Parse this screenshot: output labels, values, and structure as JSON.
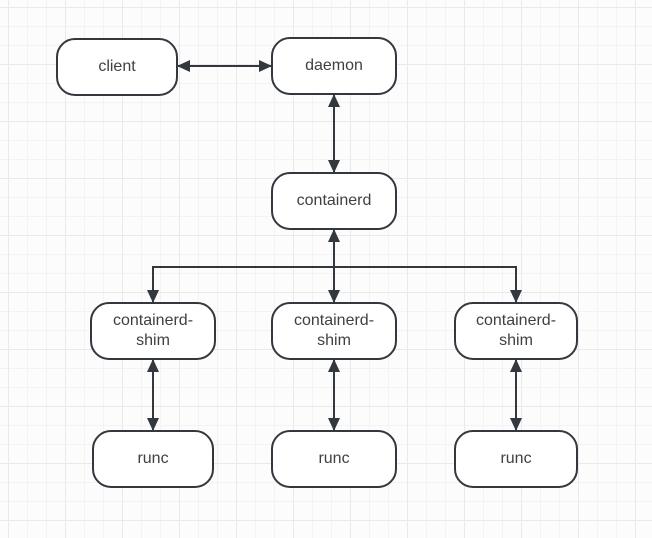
{
  "diagram": {
    "nodes": [
      {
        "id": "client",
        "label": "client"
      },
      {
        "id": "daemon",
        "label": "daemon"
      },
      {
        "id": "containerd",
        "label": "containerd"
      },
      {
        "id": "shim-1",
        "label": "containerd-shim"
      },
      {
        "id": "shim-2",
        "label": "containerd-shim"
      },
      {
        "id": "shim-3",
        "label": "containerd-shim"
      },
      {
        "id": "runc-1",
        "label": "runc"
      },
      {
        "id": "runc-2",
        "label": "runc"
      },
      {
        "id": "runc-3",
        "label": "runc"
      }
    ],
    "edges": [
      {
        "from": "client",
        "to": "daemon",
        "direction": "bidirectional",
        "arrowhead": "filled-triangle"
      },
      {
        "from": "daemon",
        "to": "containerd",
        "direction": "bidirectional",
        "arrowhead": "filled-triangle"
      },
      {
        "from": "containerd",
        "to": "shim-1",
        "direction": "one-way",
        "arrowhead": "filled-triangle"
      },
      {
        "from": "containerd",
        "to": "shim-2",
        "direction": "bidirectional",
        "arrowhead": "filled-triangle"
      },
      {
        "from": "containerd",
        "to": "shim-3",
        "direction": "one-way",
        "arrowhead": "filled-triangle"
      },
      {
        "from": "shim-1",
        "to": "runc-1",
        "direction": "bidirectional",
        "arrowhead": "filled-triangle"
      },
      {
        "from": "shim-2",
        "to": "runc-2",
        "direction": "bidirectional",
        "arrowhead": "filled-triangle"
      },
      {
        "from": "shim-3",
        "to": "runc-3",
        "direction": "bidirectional",
        "arrowhead": "filled-triangle"
      }
    ],
    "colors": {
      "node_border": "#33383f",
      "node_fill": "#ffffff",
      "arrow": "#33383f",
      "text": "#404040",
      "canvas_bg": "#fcfcfc",
      "grid_minor": "#f3f3f3",
      "grid_major": "#e9e9e9"
    }
  }
}
